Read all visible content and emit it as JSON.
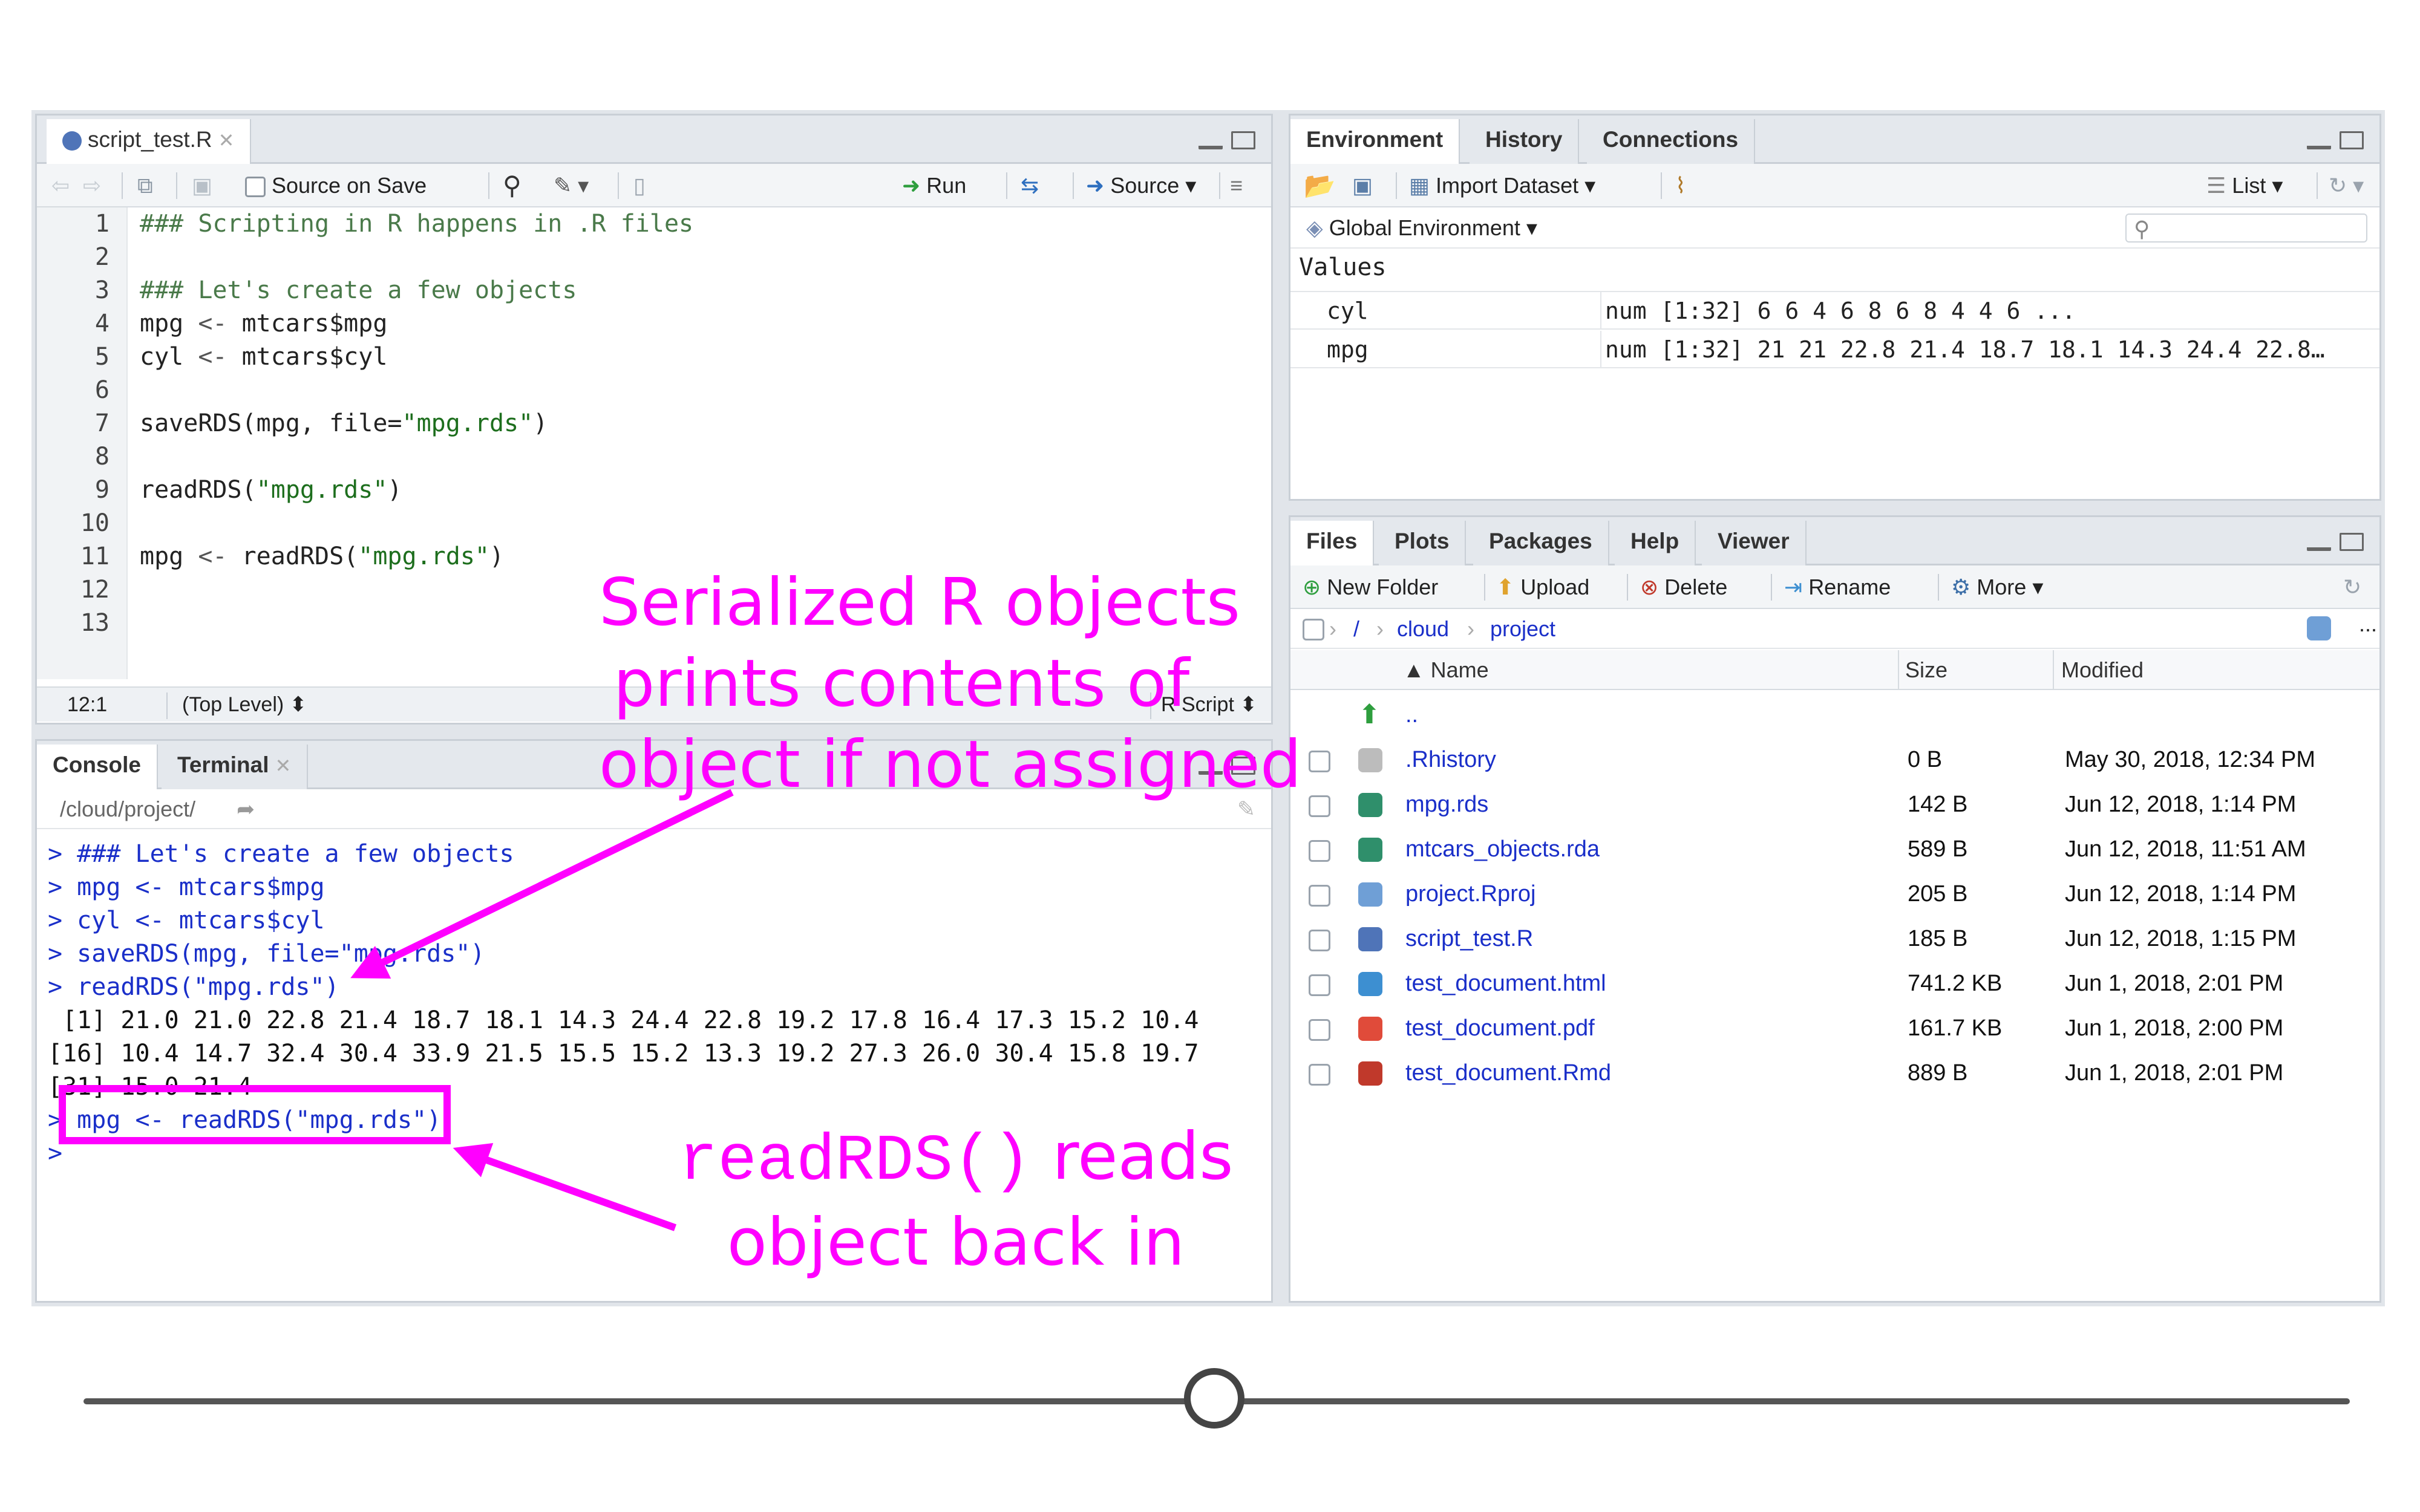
{
  "editor": {
    "tab": "script_test.R",
    "source_on_save": "Source on Save",
    "run": "Run",
    "source": "Source",
    "lines": [
      {
        "n": "1",
        "parts": [
          {
            "c": "cm",
            "t": "### Scripting in R happens in .R files"
          }
        ]
      },
      {
        "n": "2",
        "parts": []
      },
      {
        "n": "3",
        "parts": [
          {
            "c": "cm",
            "t": "### Let's create a few objects"
          }
        ]
      },
      {
        "n": "4",
        "parts": [
          {
            "c": "",
            "t": "mpg "
          },
          {
            "c": "op",
            "t": "<-"
          },
          {
            "c": "",
            "t": " mtcars$mpg"
          }
        ]
      },
      {
        "n": "5",
        "parts": [
          {
            "c": "",
            "t": "cyl "
          },
          {
            "c": "op",
            "t": "<-"
          },
          {
            "c": "",
            "t": " mtcars$cyl"
          }
        ]
      },
      {
        "n": "6",
        "parts": []
      },
      {
        "n": "7",
        "parts": [
          {
            "c": "",
            "t": "saveRDS(mpg, file="
          },
          {
            "c": "st",
            "t": "\"mpg.rds\""
          },
          {
            "c": "",
            "t": ")"
          }
        ]
      },
      {
        "n": "8",
        "parts": []
      },
      {
        "n": "9",
        "parts": [
          {
            "c": "",
            "t": "readRDS("
          },
          {
            "c": "st",
            "t": "\"mpg.rds\""
          },
          {
            "c": "",
            "t": ")"
          }
        ]
      },
      {
        "n": "10",
        "parts": []
      },
      {
        "n": "11",
        "parts": [
          {
            "c": "",
            "t": "mpg "
          },
          {
            "c": "op",
            "t": "<-"
          },
          {
            "c": "",
            "t": " readRDS("
          },
          {
            "c": "st",
            "t": "\"mpg.rds\""
          },
          {
            "c": "",
            "t": ")"
          }
        ]
      },
      {
        "n": "12",
        "parts": []
      },
      {
        "n": "13",
        "parts": []
      }
    ],
    "status_pos": "12:1",
    "status_scope": "(Top Level) ⬍",
    "status_type": "R Script ⬍"
  },
  "console": {
    "tabs": [
      "Console",
      "Terminal"
    ],
    "path": "/cloud/project/",
    "lines": [
      {
        "k": "in",
        "t": "> ### Let's create a few objects"
      },
      {
        "k": "in",
        "t": "> mpg <- mtcars$mpg"
      },
      {
        "k": "in",
        "t": "> cyl <- mtcars$cyl"
      },
      {
        "k": "in",
        "t": "> saveRDS(mpg, file=\"mpg.rds\")"
      },
      {
        "k": "in",
        "t": "> readRDS(\"mpg.rds\")"
      },
      {
        "k": "out",
        "t": " [1] 21.0 21.0 22.8 21.4 18.7 18.1 14.3 24.4 22.8 19.2 17.8 16.4 17.3 15.2 10.4"
      },
      {
        "k": "out",
        "t": "[16] 10.4 14.7 32.4 30.4 33.9 21.5 15.5 15.2 13.3 19.2 27.3 26.0 30.4 15.8 19.7"
      },
      {
        "k": "out",
        "t": "[31] 15.0 21.4"
      },
      {
        "k": "in",
        "t": "> mpg <- readRDS(\"mpg.rds\")"
      },
      {
        "k": "in",
        "t": ">"
      }
    ]
  },
  "environment": {
    "tabs": [
      "Environment",
      "History",
      "Connections"
    ],
    "import_dataset": "Import Dataset ▾",
    "list_view": "List ▾",
    "scope": "Global Environment ▾",
    "section": "Values",
    "rows": [
      {
        "name": "cyl",
        "value": "num [1:32] 6 6 4 6 8 6 8 4 4 6 ..."
      },
      {
        "name": "mpg",
        "value": "num [1:32] 21 21 22.8 21.4 18.7 18.1 14.3 24.4 22.8…"
      }
    ]
  },
  "files": {
    "tabs": [
      "Files",
      "Plots",
      "Packages",
      "Help",
      "Viewer"
    ],
    "actions": [
      "New Folder",
      "Upload",
      "Delete",
      "Rename",
      "More ▾"
    ],
    "breadcrumb": [
      "/",
      "cloud",
      "project"
    ],
    "more_dots": "...",
    "headers": {
      "name": "▲ Name",
      "size": "Size",
      "modified": "Modified"
    },
    "up": "..",
    "rows": [
      {
        "name": ".Rhistory",
        "size": "0 B",
        "modified": "May 30, 2018, 12:34 PM",
        "color": "#bcbcbc"
      },
      {
        "name": "mpg.rds",
        "size": "142 B",
        "modified": "Jun 12, 2018, 1:14 PM",
        "color": "#2f8f6b"
      },
      {
        "name": "mtcars_objects.rda",
        "size": "589 B",
        "modified": "Jun 12, 2018, 11:51 AM",
        "color": "#2f8f6b"
      },
      {
        "name": "project.Rproj",
        "size": "205 B",
        "modified": "Jun 12, 2018, 1:14 PM",
        "color": "#6f9fd6"
      },
      {
        "name": "script_test.R",
        "size": "185 B",
        "modified": "Jun 12, 2018, 1:15 PM",
        "color": "#4f74b8"
      },
      {
        "name": "test_document.html",
        "size": "741.2 KB",
        "modified": "Jun 1, 2018, 2:01 PM",
        "color": "#3d8fd1"
      },
      {
        "name": "test_document.pdf",
        "size": "161.7 KB",
        "modified": "Jun 1, 2018, 2:00 PM",
        "color": "#e04b3a"
      },
      {
        "name": "test_document.Rmd",
        "size": "889 B",
        "modified": "Jun 1, 2018, 2:01 PM",
        "color": "#c0392b"
      }
    ]
  },
  "annotations": {
    "serialized": [
      "Serialized R objects",
      "prints contents of",
      "object if not assigned"
    ],
    "readrds_code": "readRDS()",
    "readrds_rest": " reads",
    "readrds_line2": "object back in"
  },
  "colors": {
    "accent": "#ff00ff",
    "input": "#1a2fc9",
    "comment": "#4a7a4a",
    "string": "#1d6e1d"
  }
}
